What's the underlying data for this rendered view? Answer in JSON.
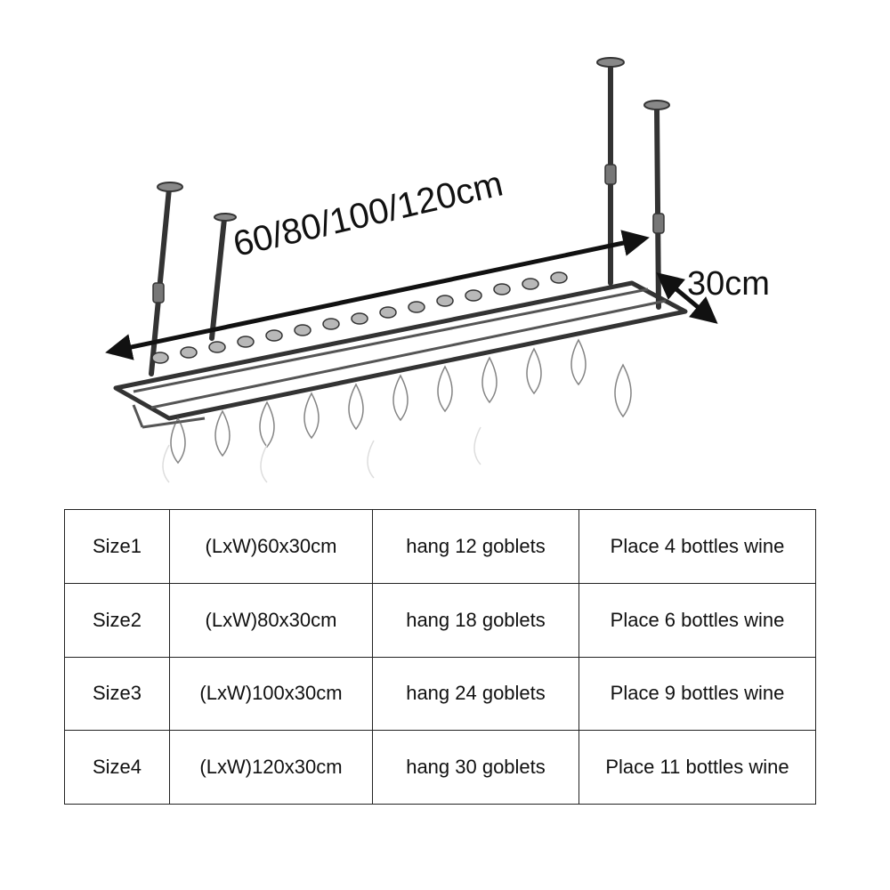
{
  "illustration": {
    "length_dimension": "60/80/100/120cm",
    "width_dimension": "30cm"
  },
  "size_table": {
    "rows": [
      {
        "size": "Size1",
        "dimensions": "(LxW)60x30cm",
        "goblets": "hang 12 goblets",
        "bottles": "Place 4 bottles wine"
      },
      {
        "size": "Size2",
        "dimensions": "(LxW)80x30cm",
        "goblets": "hang 18 goblets",
        "bottles": "Place 6 bottles wine"
      },
      {
        "size": "Size3",
        "dimensions": "(LxW)100x30cm",
        "goblets": "hang 24 goblets",
        "bottles": "Place 9 bottles wine"
      },
      {
        "size": "Size4",
        "dimensions": "(LxW)120x30cm",
        "goblets": "hang 30 goblets",
        "bottles": "Place 11 bottles wine"
      }
    ]
  }
}
